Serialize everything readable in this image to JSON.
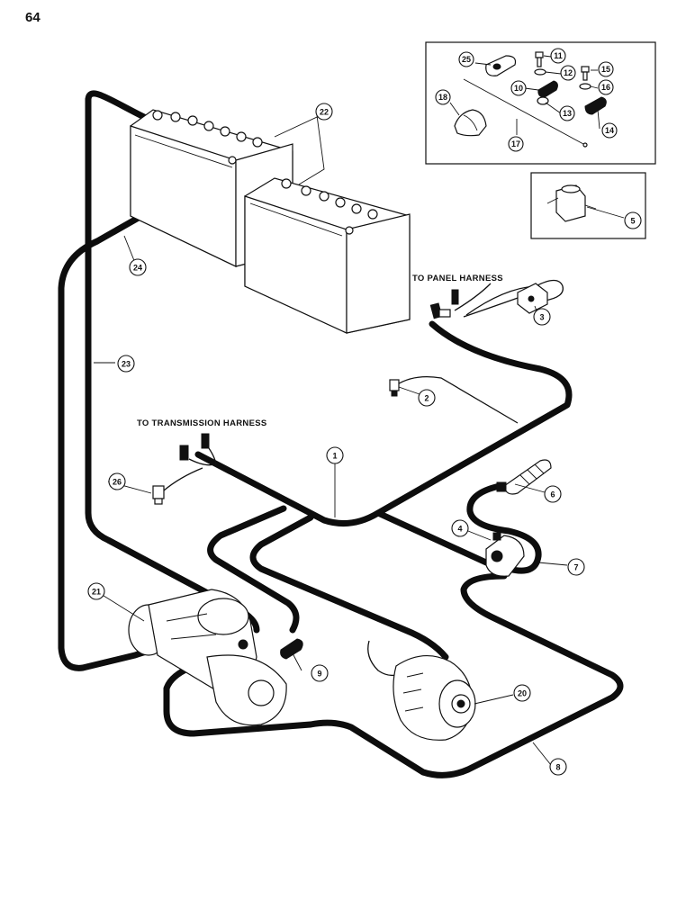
{
  "page_number": "64",
  "captions": {
    "panel_harness": "TO PANEL HARNESS",
    "transmission_harness": "TO TRANSMISSION HARNESS"
  },
  "callouts": {
    "c1": "1",
    "c2": "2",
    "c3": "3",
    "c4": "4",
    "c5": "5",
    "c6": "6",
    "c7": "7",
    "c8": "8",
    "c9": "9",
    "c10": "10",
    "c11": "11",
    "c12": "12",
    "c13": "13",
    "c14": "14",
    "c15": "15",
    "c16": "16",
    "c17": "17",
    "c18": "18",
    "c20": "20",
    "c21": "21",
    "c22": "22",
    "c23": "23",
    "c24": "24",
    "c25": "25",
    "c26": "26"
  },
  "colors": {
    "ink": "#111111",
    "paper": "#ffffff"
  }
}
